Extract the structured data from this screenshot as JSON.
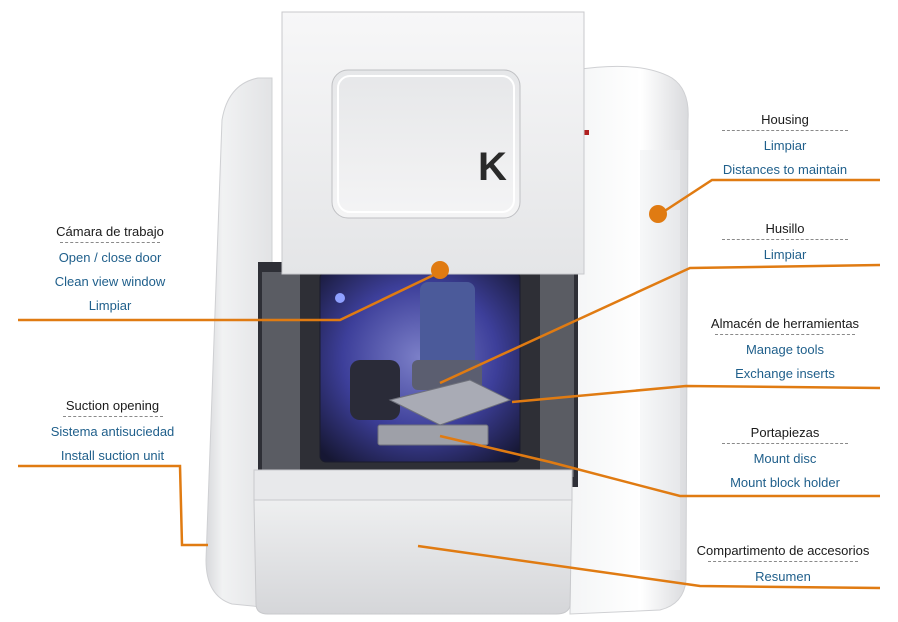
{
  "brand": {
    "logo_text": "K"
  },
  "colors": {
    "accent": "#e07b12",
    "link": "#1f5f8b",
    "text": "#1a1a1a",
    "machine_body": "#e9eaec",
    "chamber_glow": "#3d3f9a"
  },
  "labels": {
    "camara": {
      "title": "Cámara de trabajo",
      "links": [
        "Open / close door",
        "Clean view window",
        "Limpiar"
      ]
    },
    "suction": {
      "title": "Suction opening",
      "links": [
        "Sistema antisuciedad",
        "Install suction unit"
      ]
    },
    "housing": {
      "title": "Housing",
      "links": [
        "Limpiar",
        "Distances to maintain"
      ]
    },
    "husillo": {
      "title": "Husillo",
      "links": [
        "Limpiar"
      ]
    },
    "almacen": {
      "title": "Almacén de herramientas",
      "links": [
        "Manage tools",
        "Exchange inserts"
      ]
    },
    "portapiezas": {
      "title": "Portapiezas",
      "links": [
        "Mount disc",
        "Mount block holder"
      ]
    },
    "compartimento": {
      "title": "Compartimento de accesorios",
      "links": [
        "Resumen"
      ]
    }
  }
}
